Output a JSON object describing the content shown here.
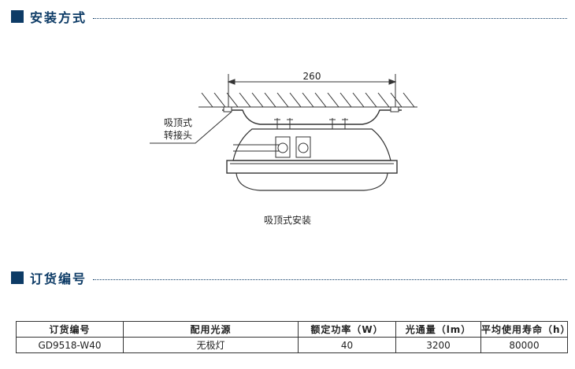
{
  "sections": {
    "install": {
      "title": "安装方式"
    },
    "order": {
      "title": "订货编号"
    }
  },
  "diagram": {
    "dimension": "260",
    "callout_line1": "吸顶式",
    "callout_line2": "转接头",
    "caption": "吸顶式安装"
  },
  "table": {
    "headers": [
      "订货编号",
      "配用光源",
      "额定功率（W）",
      "光通量（lm）",
      "平均使用寿命（h）"
    ],
    "rows": [
      [
        "GD9518-W40",
        "无极灯",
        "40",
        "3200",
        "80000"
      ]
    ]
  },
  "colors": {
    "accent": "#0d3b66"
  }
}
